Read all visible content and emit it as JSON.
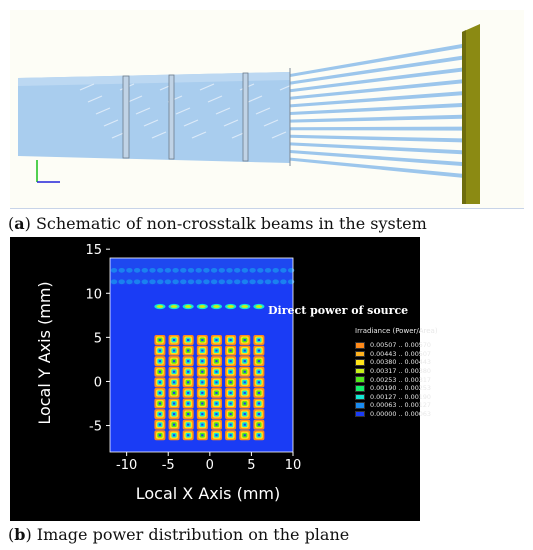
{
  "figure_a": {
    "caption_label": "a",
    "caption_text": "Schematic of non-crosstalk beams in the system",
    "colors": {
      "beam": "#a9cdee",
      "beam_dark": "#7fb0de",
      "detector": "#8b8a13",
      "background": "#fdfdf6"
    }
  },
  "figure_b": {
    "caption_label": "b",
    "caption_text": "Image power distribution on the plane",
    "annotation": "Direct power of source",
    "legend_title": "Irradiance (Power/Area)",
    "legend": [
      {
        "label": "0.00507 .. 0.00570",
        "color": "#ff8a1a"
      },
      {
        "label": "0.00443 .. 0.00507",
        "color": "#ffb21e"
      },
      {
        "label": "0.00380 .. 0.00443",
        "color": "#ffe31a"
      },
      {
        "label": "0.00317 .. 0.00380",
        "color": "#c6f01a"
      },
      {
        "label": "0.00253 .. 0.00317",
        "color": "#52e81c"
      },
      {
        "label": "0.00190 .. 0.00253",
        "color": "#12f06a"
      },
      {
        "label": "0.00127 .. 0.00190",
        "color": "#12e7d4"
      },
      {
        "label": "0.00063 .. 0.00127",
        "color": "#1a8cf0"
      },
      {
        "label": "0.00000 .. 0.00063",
        "color": "#1a3cf5"
      }
    ]
  },
  "chart_data": {
    "type": "heatmap",
    "xlabel": "Local X Axis (mm)",
    "ylabel": "Local Y Axis (mm)",
    "xlim": [
      -12,
      10
    ],
    "ylim": [
      -8,
      14
    ],
    "xticks": [
      -10,
      -5,
      0,
      5,
      10
    ],
    "yticks": [
      -5,
      0,
      5,
      10,
      15
    ],
    "xtick_labels": [
      "-10",
      "-5",
      "0",
      "5",
      "10"
    ],
    "ytick_labels": [
      "-5",
      "0",
      "5",
      "10",
      "15"
    ],
    "spot_grid": {
      "x_centers": [
        -6,
        -4.3,
        -2.6,
        -0.9,
        0.8,
        2.5,
        4.2,
        5.9
      ],
      "y_centers": [
        4.7,
        3.5,
        2.3,
        1.1,
        -0.1,
        -1.3,
        -2.5,
        -3.7,
        -4.9,
        -6.1
      ]
    },
    "direct_source_row": {
      "y": 8.5,
      "x_centers": [
        -6,
        -4.3,
        -2.6,
        -0.9,
        0.8,
        2.5,
        4.2,
        5.9
      ]
    },
    "top_band": {
      "y_from": 11,
      "y_to": 14
    },
    "background_color": "#1a3cf5"
  }
}
